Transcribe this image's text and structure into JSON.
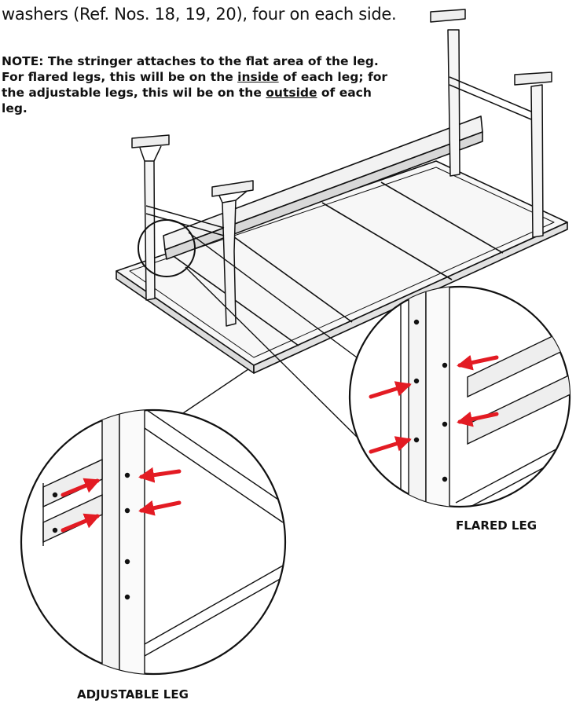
{
  "intro_text": "washers (Ref. Nos. 18, 19, 20), four on each side.",
  "note": {
    "lead": "NOTE: The stringer attaches to the flat area of the leg. For flared legs, this will be on the ",
    "emph1": "inside",
    "mid": " of each leg; for the adjustable legs, this wil be on the ",
    "emph2": "outside",
    "tail": " of each leg."
  },
  "captions": {
    "flared": "FLARED LEG",
    "adjustable": "ADJUSTABLE LEG"
  },
  "colors": {
    "arrow": "#e31b23",
    "line": "#111111"
  }
}
